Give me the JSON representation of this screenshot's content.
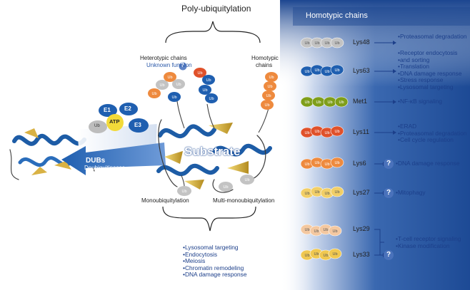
{
  "top_title": "Poly-ubiquitylation",
  "heterotypic": {
    "label": "Heterotypic chains",
    "sublabel": "Unknown function",
    "q": "?"
  },
  "homotypic_left": {
    "label_l1": "Homotypic",
    "label_l2": "chains"
  },
  "enzymes": {
    "e1": "E1",
    "e2": "E2",
    "e3": "E3",
    "atp": "ATP",
    "ub": "Ub"
  },
  "dubs": {
    "title": "DUBs",
    "subtitle": "Deubiquitinases"
  },
  "substrate": "Substrate",
  "mono": "Monoubiquitylation",
  "multi": "Multi-monoubiquitylation",
  "ub": "Ub",
  "mono_functions": [
    "Lysosomal targeting",
    "Endocytosis",
    "Meiosis",
    "Chromatin remodeling",
    "DNA damage response"
  ],
  "panel": {
    "title": "Homotypic chains",
    "rows": [
      {
        "link": "Lys48",
        "color": "#c3c3c3",
        "q": "",
        "functions": [
          "Proteasomal degradation"
        ]
      },
      {
        "link": "Lys63",
        "color": "#1f5fb0",
        "q": "",
        "functions": [
          "Receptor endocytosis",
          "and sorting",
          "Translation",
          "DNA damage response",
          "Stress response",
          "Lysosomal targeting"
        ]
      },
      {
        "link": "Met1",
        "color": "#7f9e1a",
        "q": "",
        "functions": [
          "NF-κB signaling"
        ]
      },
      {
        "link": "Lys11",
        "color": "#e0512a",
        "q": "",
        "functions": [
          "ERAD",
          "Proteasomal degradation",
          "Cell cycle regulation"
        ]
      },
      {
        "link": "Lys6",
        "color": "#ee8a3e",
        "q": "?",
        "functions": [
          "DNA damage response"
        ]
      },
      {
        "link": "Lys27",
        "color": "#f2cf67",
        "q": "?",
        "functions": [
          "Mitophagy"
        ]
      },
      {
        "link": "Lys29",
        "color": "#f4c8a0",
        "q": "",
        "functions": []
      },
      {
        "link": "Lys33",
        "color": "#f0c850",
        "q": "?",
        "functions": [
          "T-cell receptor signaling",
          "Kinase modification"
        ]
      }
    ]
  }
}
